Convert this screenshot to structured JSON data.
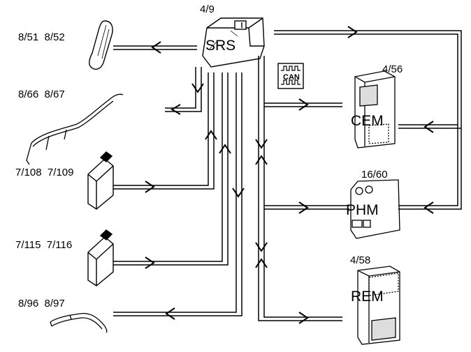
{
  "diagram": {
    "srs": {
      "ref": "4/9",
      "name": "SRS"
    },
    "can_badge": "CAN",
    "modules": [
      {
        "ref": "4/56",
        "name": "CEM"
      },
      {
        "ref": "16/60",
        "name": "PHM"
      },
      {
        "ref": "4/58",
        "name": "REM"
      }
    ],
    "components": [
      {
        "refs": "8/51  8/52"
      },
      {
        "refs": "8/66  8/67"
      },
      {
        "refs": "7/108  7/109"
      },
      {
        "refs": "7/115  7/116"
      },
      {
        "refs": "8/96  8/97"
      }
    ]
  }
}
